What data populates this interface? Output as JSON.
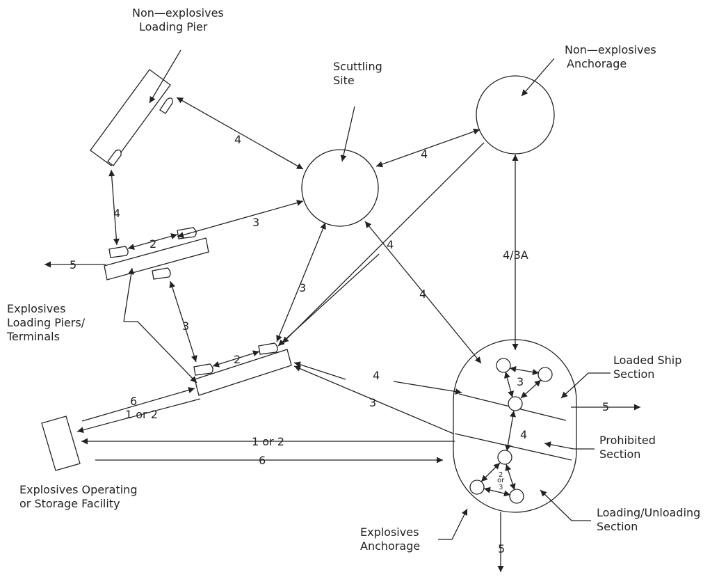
{
  "diagram": {
    "colors": {
      "ink": "#222222",
      "background": "#ffffff"
    },
    "labels": {
      "non_explosives_loading_pier": [
        "Non—explosives",
        "Loading Pier"
      ],
      "scuttling_site": [
        "Scuttling",
        "Site"
      ],
      "non_explosives_anchorage": [
        "Non—explosives",
        "Anchorage"
      ],
      "explosives_loading_piers": [
        "Explosives",
        "Loading Piers/",
        "Terminals"
      ],
      "loaded_ship_section": [
        "Loaded Ship",
        "Section"
      ],
      "prohibited_section": [
        "Prohibited",
        "Section"
      ],
      "loading_unloading_section": [
        "Loading/Unloading",
        "Section"
      ],
      "explosives_operating": [
        "Explosives Operating",
        "or Storage Facility"
      ],
      "explosives_anchorage": [
        "Explosives",
        "Anchorage"
      ]
    },
    "distances": {
      "pier_to_scuttling": "4",
      "scuttling_to_nonexp_anchorage": "4",
      "nonexp_pier_to_upper_terminal": "4",
      "upper_terminal_to_scuttling": "3",
      "upper_terminal_ships": "2",
      "upper_terminal_exit": "5",
      "scuttling_to_lower_terminal": "3",
      "scuttling_to_anchorage": "4",
      "nonexp_anchorage_to_lower_terminal": "4",
      "nonexp_anchorage_to_anchorage": "4/3A",
      "terminal_to_terminal": "3",
      "lower_terminal_ships": "2",
      "lower_terminal_to_anchorage": "4",
      "anchorage_to_lower_terminal": "3",
      "facility_to_terminal": "6",
      "terminal_to_facility": "1 or 2",
      "anchorage_to_facility": "1 or 2",
      "facility_to_anchorage": "6",
      "loaded_ship_berths": "3",
      "prohibited_distance": "4",
      "loaded_ship_exit": "5",
      "anchorage_exit": "5",
      "loading_berths": [
        "2",
        "or",
        "3"
      ]
    }
  }
}
